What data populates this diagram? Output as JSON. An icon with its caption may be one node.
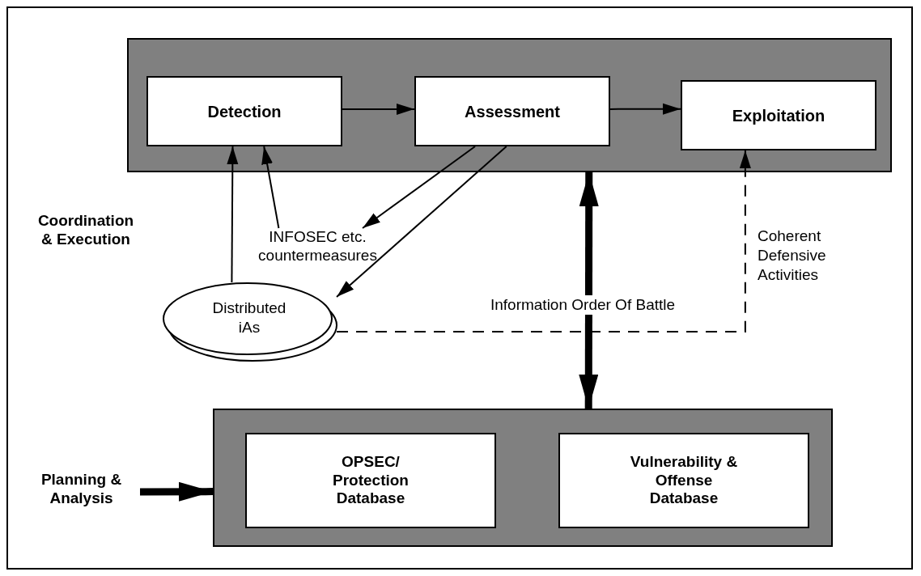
{
  "diagram": {
    "nodes": [
      {
        "text": [],
        "shape": "box"
      },
      {
        "text": [
          "Detection"
        ],
        "in": 0
      },
      {
        "text": [
          "Assessment"
        ],
        "in": 0
      },
      {
        "text": [
          "Exploitation"
        ],
        "in": 0
      },
      {
        "text": [
          "INFOSEC etc. countermeasures"
        ]
      },
      {
        "text": [
          "Distributed iAs"
        ]
      },
      {
        "text": [
          "Planning & Analysis"
        ]
      },
      {
        "text": [],
        "shape": "box"
      },
      {
        "text": [
          "OPSEC/ Protection Database"
        ],
        "in": 7
      },
      {
        "text": [
          "Vulnerability & Offense Database"
        ],
        "in": 7
      }
    ],
    "edges": [
      {
        "from": 1,
        "to": 2,
        "arrow": "to"
      },
      {
        "from": 2,
        "to": 3,
        "arrow": "to"
      },
      {
        "from": 5,
        "to": 1,
        "arrow": "to"
      },
      {
        "from": 4,
        "to": 1,
        "arrow": "to"
      },
      {
        "from": 2,
        "to": 4,
        "arrow": "to"
      },
      {
        "from": 2,
        "to": 5,
        "arrow": "to"
      },
      {
        "from": 5,
        "to": 3,
        "arrow": "to",
        "style": "dashed",
        "label": "Coherent Defensive Activities"
      },
      {
        "from": 0,
        "to": 7,
        "arrow": "both",
        "style": "thick",
        "label": "Information Order Of Battle"
      },
      {
        "from": 6,
        "to": 7,
        "arrow": "to",
        "style": "thick"
      }
    ],
    "labels": [
      "Coordination & Execution"
    ]
  }
}
